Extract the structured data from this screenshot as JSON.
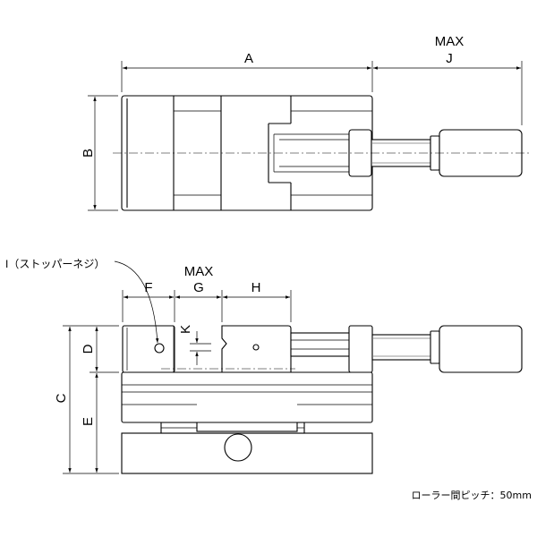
{
  "labels": {
    "a": "A",
    "b": "B",
    "c": "C",
    "d": "D",
    "e": "E",
    "f": "F",
    "g": "G",
    "h": "H",
    "j": "J",
    "k": "K",
    "max_top": "MAX",
    "max_mid": "MAX",
    "i_label": "I（ストッパーネジ）"
  },
  "footnote": "ローラー間ピッチ：50mm"
}
